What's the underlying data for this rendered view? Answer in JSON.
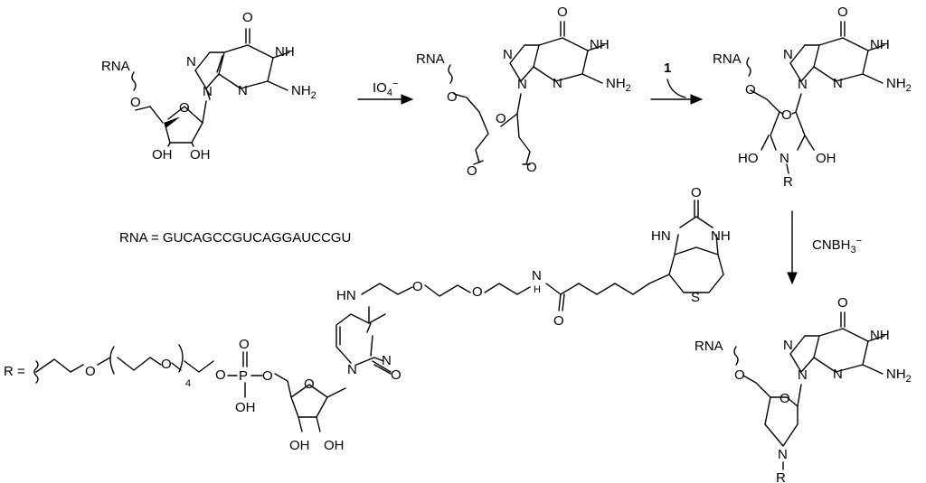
{
  "labels": {
    "rna": "RNA",
    "rna_seq": "RNA = GUCAGCCGUCAGGAUCCGU",
    "r_def": "R =",
    "repeat_n": "4",
    "reagent_1": "1",
    "periodate": "IO",
    "periodate_sub": "4",
    "charge": "−",
    "reductant_a": "CNBH",
    "reductant_sub": "3",
    "reductant_charge": "−"
  },
  "atoms": {
    "o": "O",
    "n": "N",
    "nh": "NH",
    "hn": "HN",
    "nh2": "NH",
    "nh2_sub": "2",
    "oh": "OH",
    "ho": "HO",
    "r": "R",
    "s": "S",
    "p": "P",
    "h": "H"
  }
}
